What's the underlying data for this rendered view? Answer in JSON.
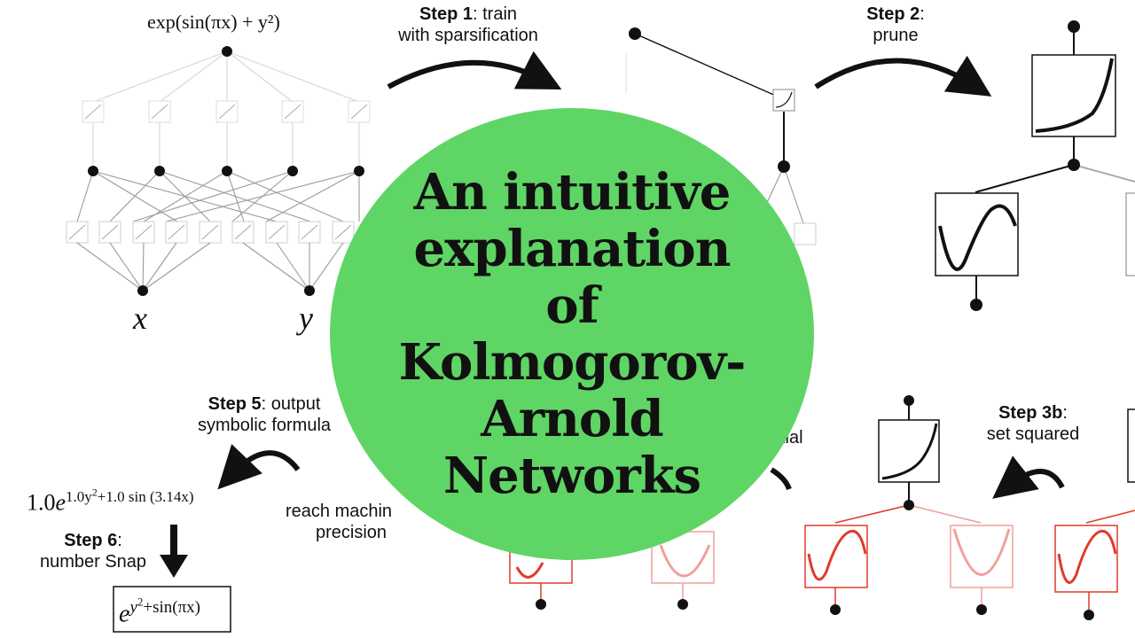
{
  "diagram": {
    "target_function": "exp(sin(πx) + y²)",
    "input_x": "x",
    "input_y": "y",
    "steps": {
      "step1": {
        "bold": "Step 1",
        "rest": ": train",
        "line2": "with sparsification"
      },
      "step2": {
        "bold": "Step 2",
        "rest": ":",
        "line2": "prune"
      },
      "step3_partial": "tial",
      "step3b": {
        "bold": "Step 3b",
        "rest": ":",
        "line2": "set squared"
      },
      "step5": {
        "bold": "Step 5",
        "rest": ": output",
        "line2": "symbolic formula"
      },
      "step6": {
        "bold": "Step 6",
        "rest": ":",
        "line2": "number Snap"
      },
      "step4_partial": {
        "line1": "reach machin",
        "line2": "precision"
      }
    },
    "formula_numeric": {
      "lead": "1.0",
      "base": "e",
      "exp_part": "1.0y",
      "exp_pow": "2",
      "exp_rest": "+1.0 sin (3.14x)"
    },
    "formula_symbolic": {
      "base": "e",
      "exp": "y",
      "exp_pow": "2",
      "exp_rest": "+sin(πx)"
    }
  },
  "title": {
    "lines": [
      "An intuitive",
      "explanation",
      "of",
      "Kolmogorov-",
      "Arnold",
      "Networks"
    ],
    "circle_color": "#5fd565"
  },
  "colors": {
    "black": "#111111",
    "edge_gray": "#b5b5b5",
    "light_gray": "#d8d8d8",
    "red": "#e03a2a",
    "light_red": "#f0a09a"
  }
}
